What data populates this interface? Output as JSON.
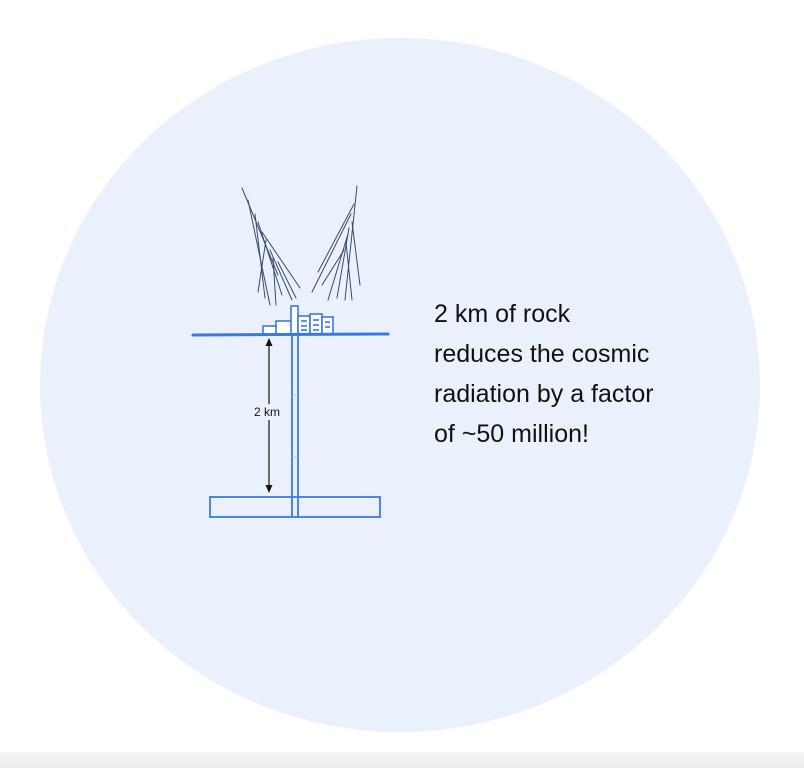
{
  "diagram": {
    "depth_label": "2 km",
    "caption_lines": [
      "2 km of rock",
      "reduces the cosmic",
      "radiation by a factor",
      "of ~50 million!"
    ]
  },
  "colors": {
    "background_circle": "#eaf1fd",
    "structure_blue": "#3b78e7",
    "shower_lines": "#3a4a6a",
    "arrow": "#111111",
    "text": "#111111"
  }
}
